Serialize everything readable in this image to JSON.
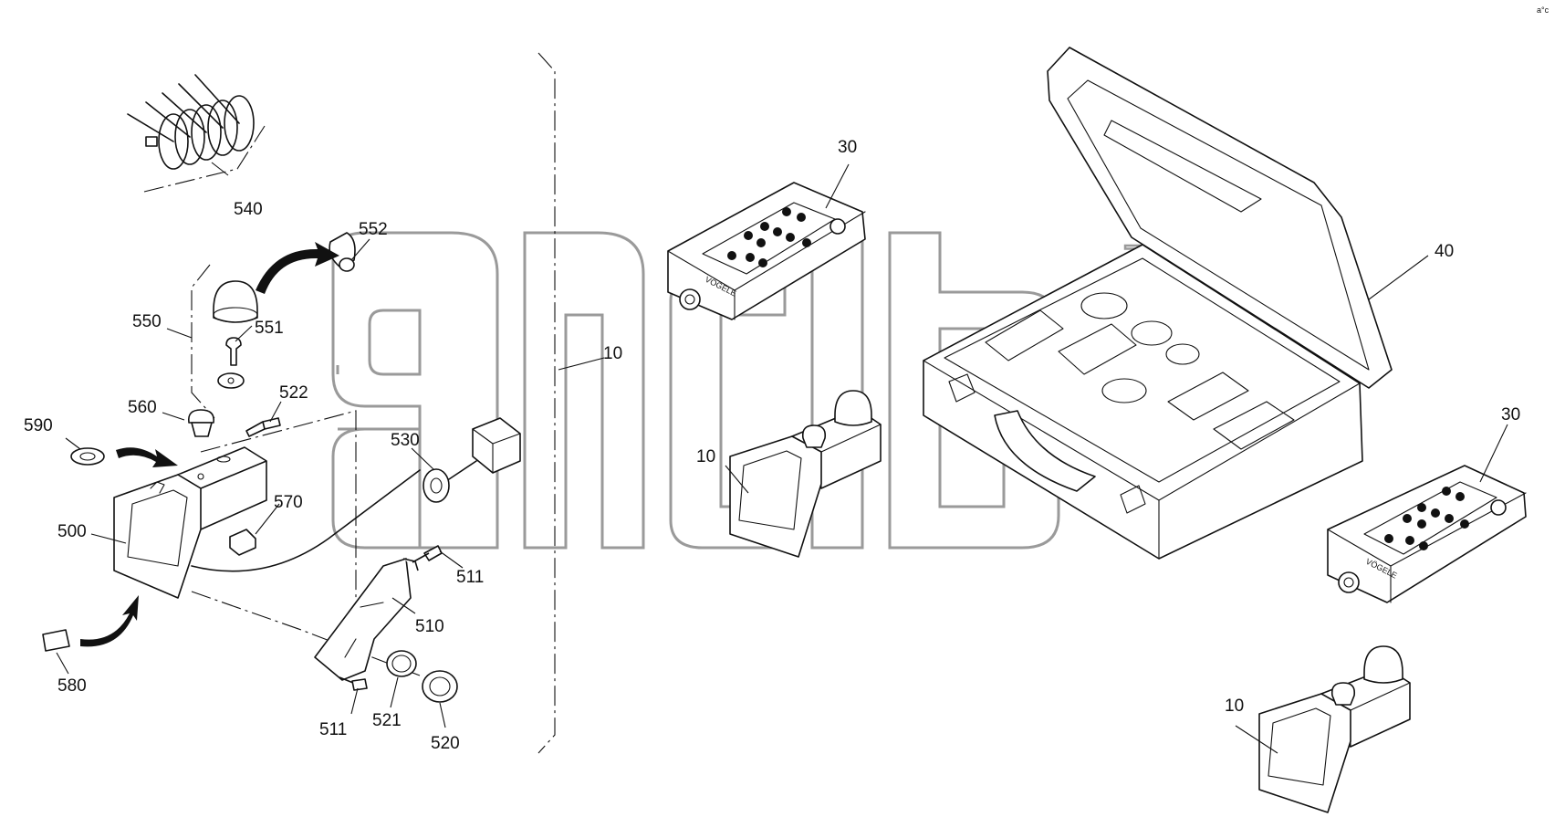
{
  "watermark": {
    "trademark": "TM"
  },
  "corner_mark": "a°c",
  "brand_label": "VÖGELE",
  "callouts": {
    "c540": "540",
    "c552": "552",
    "c550": "550",
    "c551": "551",
    "c522": "522",
    "c560": "560",
    "c590": "590",
    "c530": "530",
    "c570": "570",
    "c500": "500",
    "c511a": "511",
    "c510": "510",
    "c580": "580",
    "c511b": "511",
    "c521": "521",
    "c520": "520",
    "c10a": "10",
    "c10b": "10",
    "c10c": "10",
    "c30a": "30",
    "c30b": "30",
    "c40": "40"
  }
}
